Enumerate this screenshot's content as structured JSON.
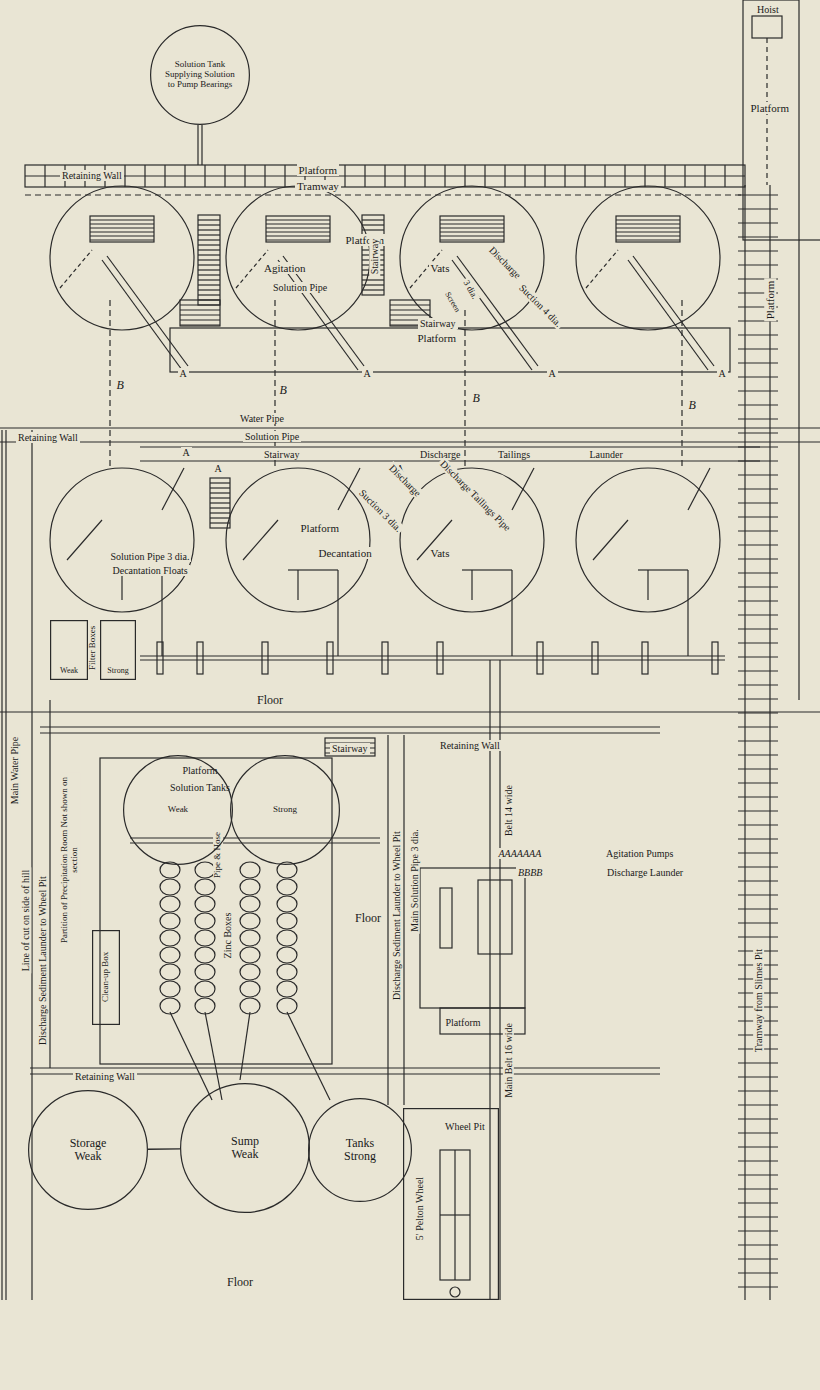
{
  "diagram": {
    "nodes": [
      {
        "text": [
          "Solution Tank Supplying Solution to Pump Bearings"
        ]
      },
      {
        "text": [
          "Weak"
        ]
      },
      {
        "text": [
          "Strong"
        ]
      },
      {
        "text": [
          "Weak"
        ]
      },
      {
        "text": [
          "Strong"
        ]
      },
      {
        "text": [
          "Clean-up Box"
        ]
      },
      {
        "text": [
          "Storage",
          "Weak"
        ]
      },
      {
        "text": [
          "Sump",
          "Weak"
        ]
      },
      {
        "text": [
          "Tanks",
          "Strong"
        ]
      },
      {
        "text": [
          "Wheel Pit",
          "5' Pelton Wheel"
        ]
      }
    ],
    "edges": [
      {
        "from": 6,
        "to": 7,
        "arrow": "none"
      }
    ],
    "labels": [
      "Hoist",
      "Platform",
      "Retaining Wall",
      "Platform",
      "Tramway",
      "Platform",
      "Agitation",
      "Vats",
      "Solution Pipe",
      "Stairway",
      "Discharge",
      "Suction 4 dia.",
      "3 dia.",
      "Screen",
      "Stairway",
      "Platform",
      "Platform",
      "B",
      "B",
      "B",
      "B",
      "A",
      "A",
      "A",
      "A",
      "A",
      "A",
      "A",
      "Water Pipe",
      "Retaining Wall",
      "Solution Pipe",
      "Stairway",
      "Discharge",
      "Tailings",
      "Launder",
      "Discharge",
      "Suction 3 dia.",
      "Discharge Tailings Pipe",
      "Platform",
      "Solution Pipe 3 dia.",
      "Decantation Floats",
      "Decantation",
      "Vats",
      "Filter Boxes",
      "Floor",
      "Stairway",
      "Retaining Wall",
      "Platform",
      "Solution Tanks",
      "Pipe & Hose",
      "Discharge Sediment Launder to Wheel Pit",
      "Main Solution Pipe 3 dia.",
      "Belt 14 wide",
      "AAAAAAA",
      "Agitation Pumps",
      "BBBB",
      "Discharge Launder",
      "Floor",
      "Zinc Boxes",
      "Partition of Precipitation Room Not shown on section",
      "Discharge Sediment Launder to Wheel Pit",
      "Main Water Pipe",
      "Line of cut on side of hill",
      "Platform",
      "Main Belt 16 wide",
      "Retaining Wall",
      "Floor",
      "Tramway from Slimes Pit"
    ]
  }
}
